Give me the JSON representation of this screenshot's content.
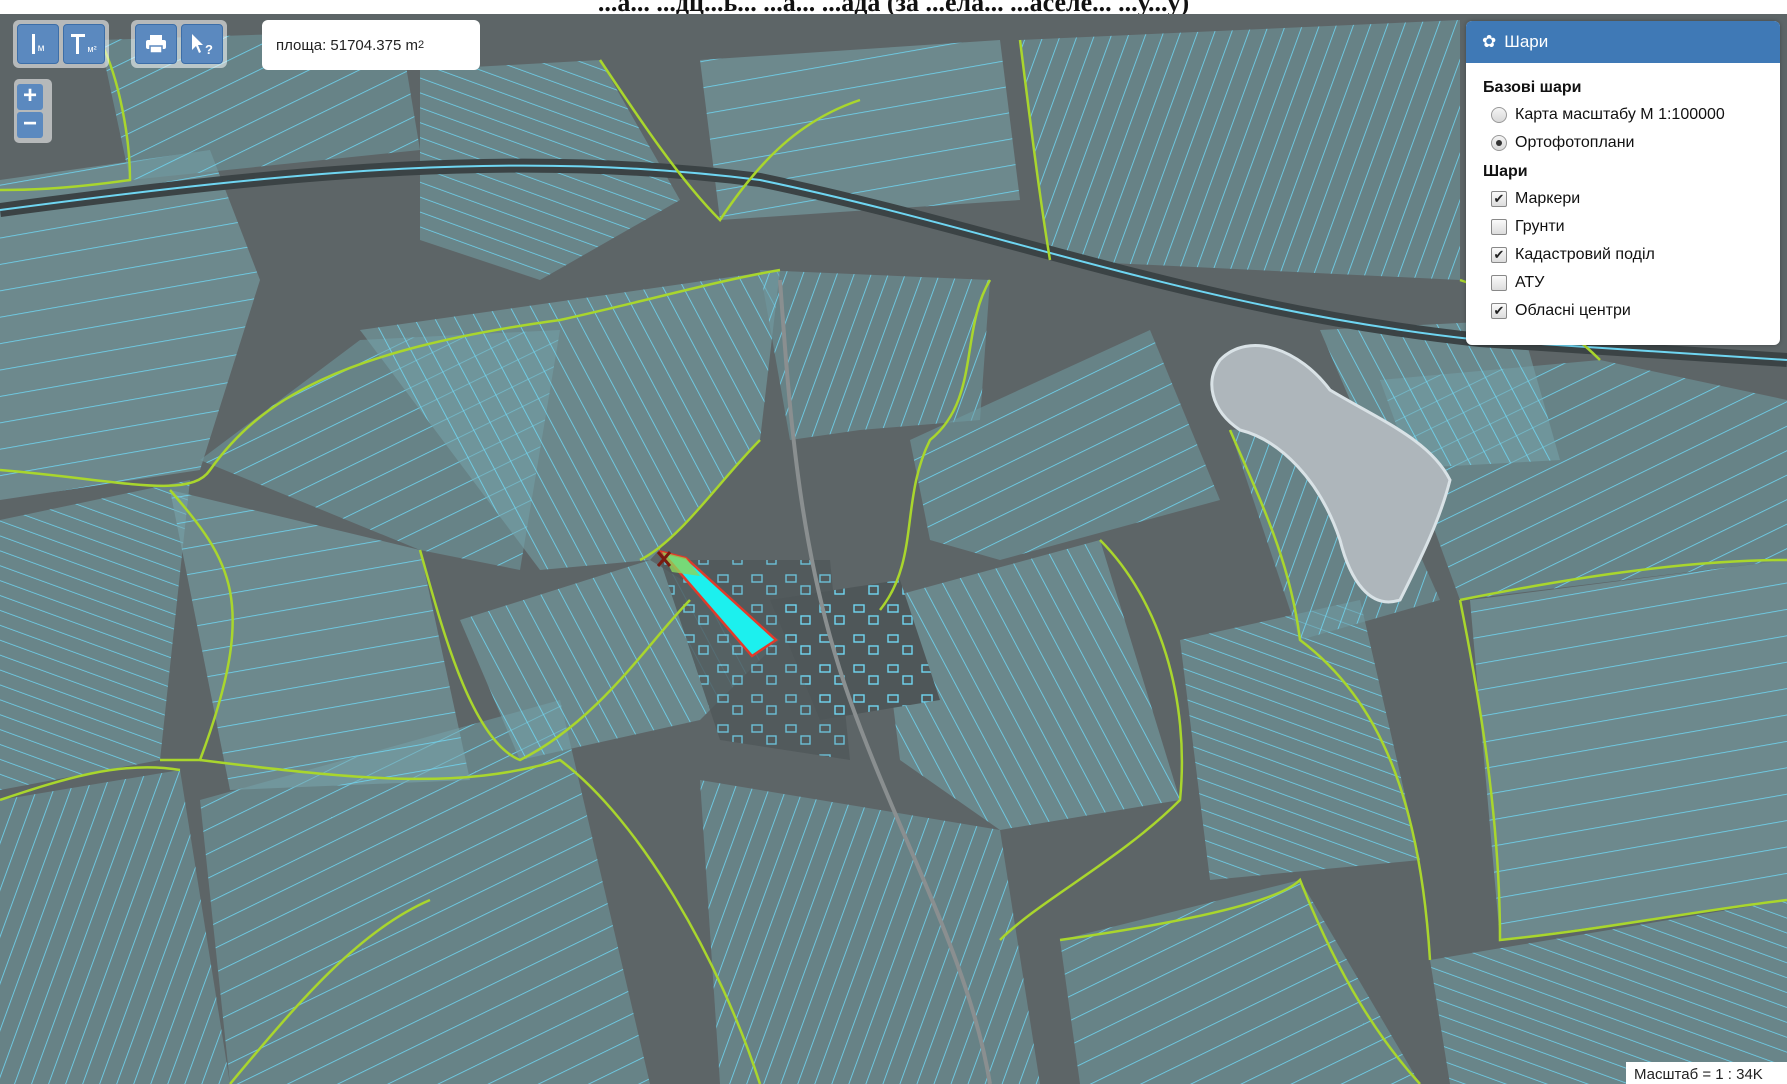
{
  "title": "...а... ...дц...ь... ...а... ...ада (за ...ела... ...аселе... ...у...у)",
  "toolbar": {
    "measure_line_icon": "ruler-line-icon",
    "measure_area_icon": "ruler-area-icon",
    "print_icon": "printer-icon",
    "identify_icon": "pointer-question-icon",
    "line_label": "м",
    "area_label": "м²"
  },
  "measure": {
    "label": "площа: 51704.375 m",
    "unit_sup": "2"
  },
  "zoom": {
    "in_label": "+",
    "out_label": "−"
  },
  "layers": {
    "title": "Шари",
    "base_title": "Базові шари",
    "base": [
      {
        "label": "Карта масштабу М 1:100000",
        "selected": false
      },
      {
        "label": "Ортофотоплани",
        "selected": true
      }
    ],
    "overlay_title": "Шари",
    "overlays": [
      {
        "label": "Маркери",
        "checked": true
      },
      {
        "label": "Грунти",
        "checked": false
      },
      {
        "label": "Кадастровий поділ",
        "checked": true
      },
      {
        "label": "АТУ",
        "checked": false
      },
      {
        "label": "Обласні центри",
        "checked": true
      }
    ]
  },
  "scale_text": "Масштаб = 1 : 34K",
  "colors": {
    "parcel_line": "#6fd6f2",
    "boundary_line": "#a9d62d",
    "selected_parcel": "#1cf0ee",
    "selected_outline": "#e23a2a",
    "button": "#5b89bf",
    "panel_header": "#3f79b6"
  }
}
